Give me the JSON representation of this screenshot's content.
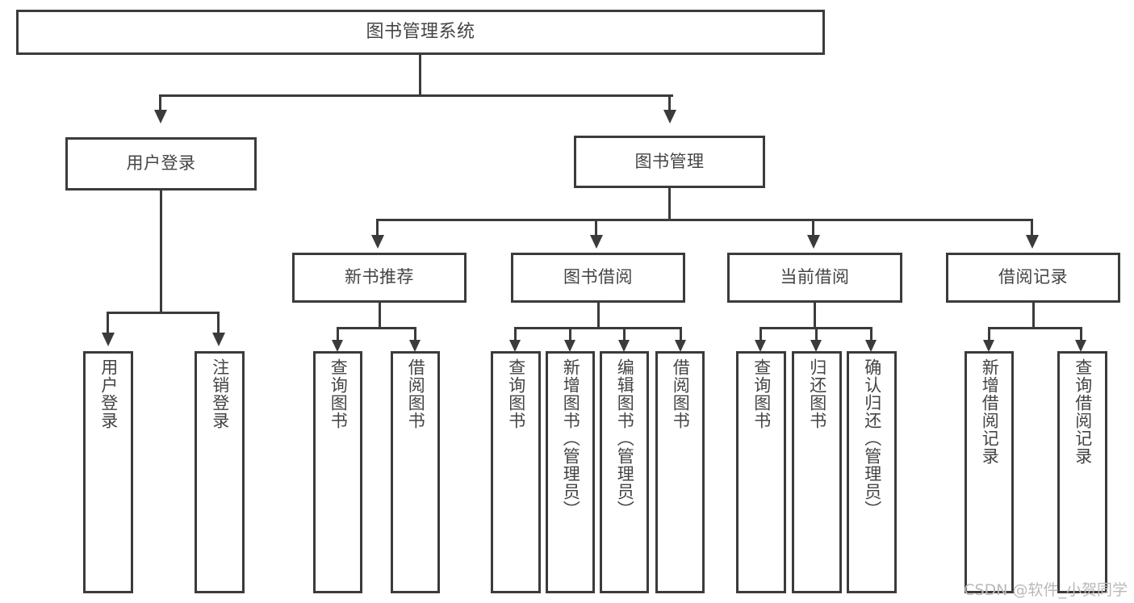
{
  "diagram": {
    "title": "图书管理系统",
    "root": {
      "label": "图书管理系统"
    },
    "level2": [
      {
        "label": "用户登录"
      },
      {
        "label": "图书管理"
      }
    ],
    "level3": [
      {
        "label": "新书推荐"
      },
      {
        "label": "图书借阅"
      },
      {
        "label": "当前借阅"
      },
      {
        "label": "借阅记录"
      }
    ],
    "leaves": {
      "user_login": [
        {
          "label": "用户登录"
        },
        {
          "label": "注销登录"
        }
      ],
      "new_book_recommend": [
        {
          "label": "查询图书"
        },
        {
          "label": "借阅图书"
        }
      ],
      "book_borrow": [
        {
          "label": "查询图书"
        },
        {
          "label": "新增图书（管理员）"
        },
        {
          "label": "编辑图书（管理员）"
        },
        {
          "label": "借阅图书"
        }
      ],
      "current_borrow": [
        {
          "label": "查询图书"
        },
        {
          "label": "归还图书"
        },
        {
          "label": "确认归还（管理员）"
        }
      ],
      "borrow_record": [
        {
          "label": "新增借阅记录"
        },
        {
          "label": "查询借阅记录"
        }
      ]
    }
  },
  "watermark": {
    "text": "CSDN @软件_小贺同学"
  },
  "colors": {
    "stroke": "#3b3b3b",
    "text": "#444444",
    "background": "#ffffff",
    "watermark": "#b9b9b9"
  }
}
